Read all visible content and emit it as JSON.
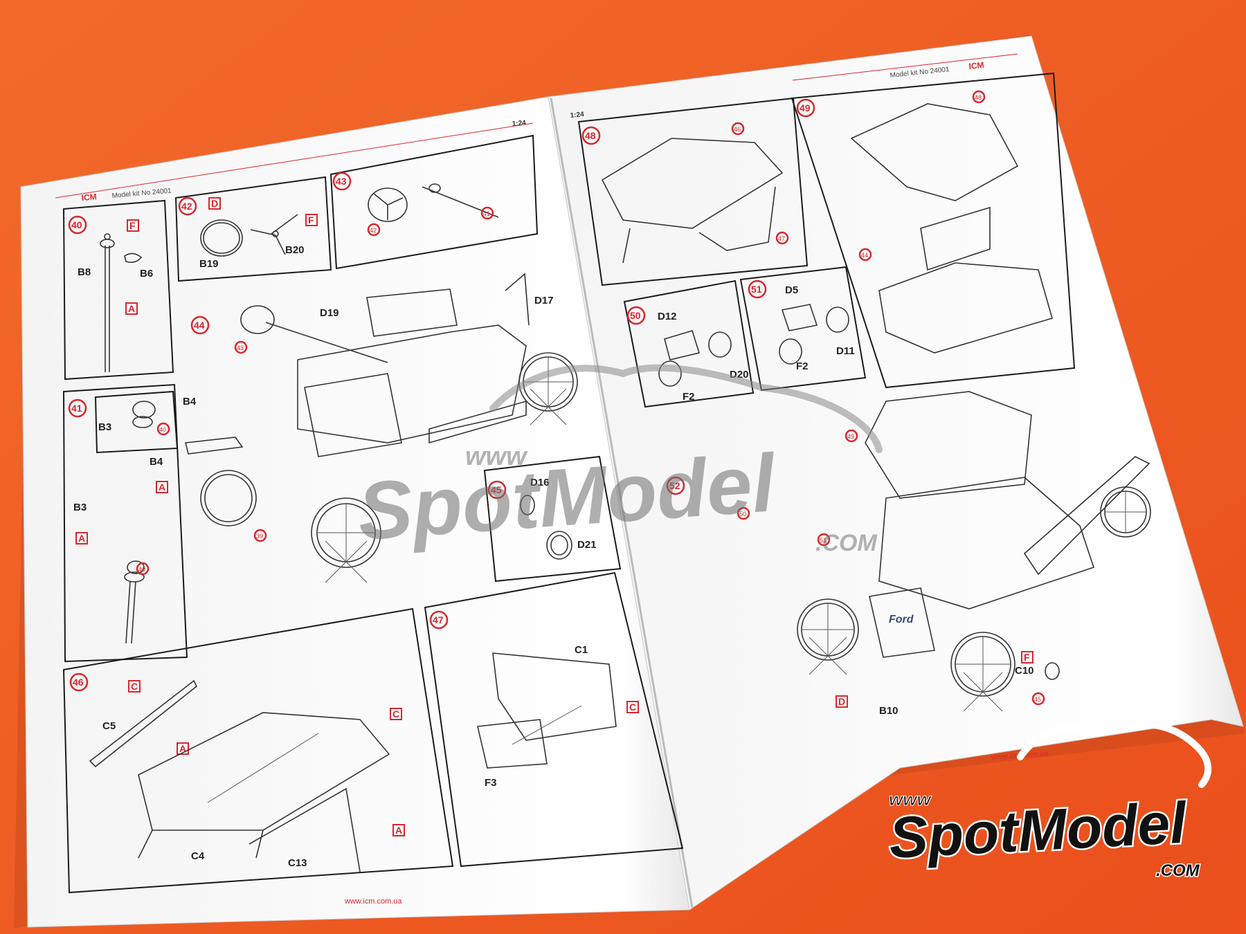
{
  "left_page": {
    "brand": "ICM",
    "kit_label": "Model kit No 24001",
    "scale": "1:24",
    "website": "www.icm.com.ua"
  },
  "right_page": {
    "brand": "ICM",
    "kit_label": "Model kit No 24001",
    "scale": "1:24",
    "website": "www.icm.com.ua",
    "grille_text": "Ford"
  },
  "steps": {
    "s40": {
      "num": "40",
      "parts": [
        "B8",
        "B6"
      ],
      "markers": [
        "F",
        "A"
      ]
    },
    "s41": {
      "num": "41",
      "parts": [
        "B4",
        "B3",
        "B4",
        "B3"
      ],
      "refs": [
        "40",
        "40"
      ],
      "markers": [
        "A",
        "A"
      ]
    },
    "s42": {
      "num": "42",
      "parts": [
        "B19",
        "B20"
      ],
      "markers": [
        "D",
        "F"
      ]
    },
    "s43": {
      "num": "43",
      "refs": [
        "42",
        "41"
      ]
    },
    "s44": {
      "num": "44",
      "parts": [
        "D19",
        "D17"
      ],
      "refs": [
        "43",
        "39"
      ]
    },
    "s45": {
      "num": "45",
      "parts": [
        "D16",
        "D21"
      ]
    },
    "s46": {
      "num": "46",
      "parts": [
        "C5",
        "C4",
        "C13"
      ],
      "markers": [
        "C",
        "A",
        "C",
        "A"
      ]
    },
    "s47": {
      "num": "47",
      "parts": [
        "C1",
        "F3"
      ],
      "markers": [
        "C"
      ]
    },
    "s48": {
      "num": "48",
      "refs": [
        "46",
        "47"
      ]
    },
    "s49": {
      "num": "49",
      "refs": [
        "48",
        "44"
      ]
    },
    "s50": {
      "num": "50",
      "parts": [
        "D12",
        "D20",
        "F2"
      ]
    },
    "s51": {
      "num": "51",
      "parts": [
        "D5",
        "F2",
        "D11"
      ]
    },
    "s52": {
      "num": "52",
      "parts": [
        "C10",
        "B10"
      ],
      "refs": [
        "49",
        "50",
        "51",
        "45"
      ],
      "markers": [
        "F",
        "D"
      ]
    }
  },
  "watermark": {
    "prefix": "www",
    "name": "SpotModel",
    "suffix": ".COM"
  },
  "logo": {
    "prefix": "www",
    "name": "SpotModel",
    "suffix": ".COM"
  }
}
